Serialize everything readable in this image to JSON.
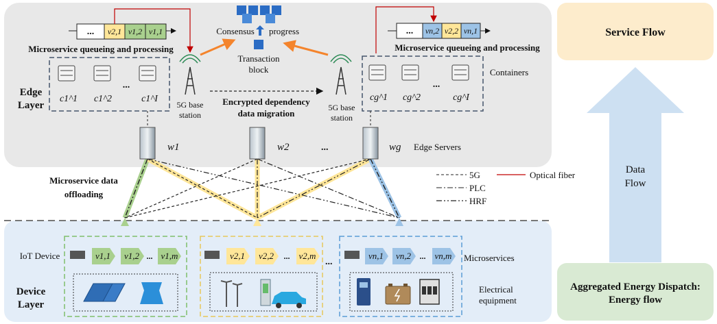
{
  "edge_layer": {
    "title_line1": "Edge",
    "title_line2": "Layer",
    "queue_left_title": "Microservice queueing and processing",
    "queue_right_title": "Microservice queueing and processing",
    "queue_ellipsis": "...",
    "left_queue_items": [
      "v2,1",
      "v1,2",
      "v1,1"
    ],
    "right_queue_items": [
      "vn,2",
      "v2,2",
      "vn,1"
    ],
    "consensus_label": "Consensus",
    "progress_label": "progress",
    "transaction_line1": "Transaction",
    "transaction_line2": "block",
    "base_station_left_line1": "5G base",
    "base_station_left_line2": "station",
    "base_station_right_line1": "5G base",
    "base_station_right_line2": "station",
    "migration_line1": "Encrypted dependency",
    "migration_line2": "data migration",
    "containers_label": "Containers",
    "left_containers": [
      "c1^1",
      "c1^2",
      "c1^I"
    ],
    "right_containers": [
      "cg^1",
      "cg^2",
      "cg^I"
    ],
    "servers": [
      "w1",
      "w2",
      "wg"
    ],
    "servers_ellipsis": "...",
    "edge_servers_label": "Edge Servers"
  },
  "offloading": {
    "line1": "Microservice data",
    "line2": "offloading"
  },
  "legend": {
    "items": [
      {
        "label": "5G",
        "style": "dashed"
      },
      {
        "label": "Optical fiber",
        "style": "solid-red"
      },
      {
        "label": "PLC",
        "style": "dash-dot"
      },
      {
        "label": "HRF",
        "style": "dash-dot-dot"
      }
    ]
  },
  "device_layer": {
    "title_line1": "Device",
    "title_line2": "Layer",
    "iot_label": "IoT Device",
    "microservices_label": "Microservices",
    "electrical_line1": "Electrical",
    "electrical_line2": "equipment",
    "groups_ellipsis": "...",
    "groups": [
      {
        "items": [
          "v1,1",
          "v1,2",
          "v1,m"
        ],
        "ellipsis": "...",
        "color": "#a9d08e",
        "border": "#7fbf6a"
      },
      {
        "items": [
          "v2,1",
          "v2,2",
          "v2,m"
        ],
        "ellipsis": "...",
        "color": "#ffe699",
        "border": "#e8c85a"
      },
      {
        "items": [
          "vn,1",
          "vn,2",
          "vn,m"
        ],
        "ellipsis": "...",
        "color": "#9dc3e6",
        "border": "#5b9bd5"
      }
    ]
  },
  "right_panel": {
    "service_flow": "Service Flow",
    "data_flow_line1": "Data",
    "data_flow_line2": "Flow",
    "energy_line1": "Aggregated Energy Dispatch:",
    "energy_line2": "Energy flow"
  },
  "colors": {
    "edge_bg": "#e8e8e8",
    "device_bg": "#e3edf8",
    "service_flow_bg": "#fdeccc",
    "energy_bg": "#d9ead3",
    "arrow_blue": "#cde0f2",
    "optical_red": "#c00000",
    "orange": "#f4842c",
    "green_link": "#a9d08e",
    "yellow_link": "#ffe699",
    "blue_link": "#9dc3e6"
  }
}
